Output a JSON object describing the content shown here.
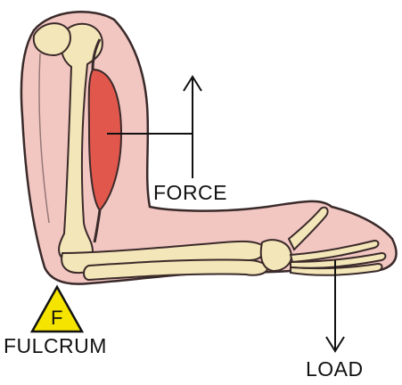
{
  "labels": {
    "force": "FORCE",
    "load": "LOAD",
    "fulcrum": "FULCRUM",
    "fulcrum_marker": "F"
  },
  "colors": {
    "skin": "#f2c7c2",
    "skin_outline": "#3a2a2a",
    "bone": "#f3e6b8",
    "muscle": "#e1574b",
    "fulcrum_fill": "#f5e400",
    "arrow": "#111111"
  }
}
